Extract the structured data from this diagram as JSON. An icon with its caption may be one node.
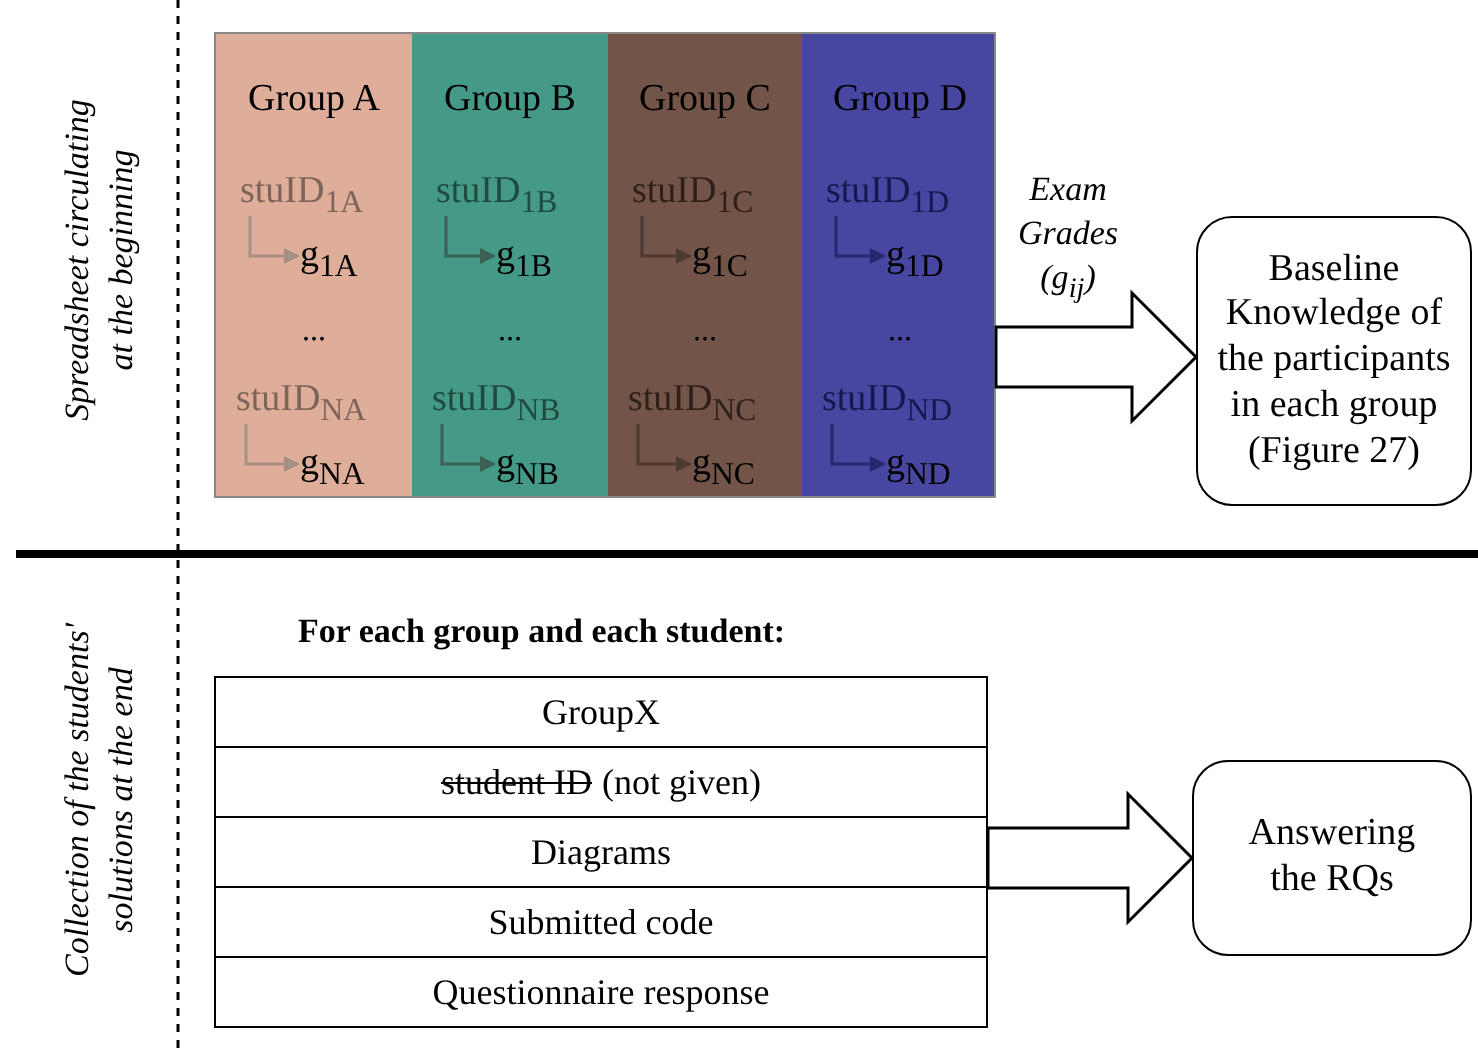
{
  "diagram": {
    "nodes": [
      {
        "text": [],
        "shape": "box"
      },
      {
        "text": [
          "Group A",
          "..."
        ],
        "in": 0
      },
      {
        "text": [
          "stuID$_{1A}$"
        ],
        "in": 1
      },
      {
        "text": [
          "g$_{1A}$"
        ],
        "in": 1
      },
      {
        "text": [
          "stuID$_{NA}$"
        ],
        "in": 1
      },
      {
        "text": [
          "g$_{NA}$"
        ],
        "in": 1
      },
      {
        "text": [
          "Group B",
          "..."
        ],
        "in": 0
      },
      {
        "text": [
          "stuID$_{1B}$"
        ],
        "in": 6
      },
      {
        "text": [
          "g$_{1B}$"
        ],
        "in": 6
      },
      {
        "text": [
          "stuID$_{NB}$"
        ],
        "in": 6
      },
      {
        "text": [
          "g$_{NB}$"
        ],
        "in": 6
      },
      {
        "text": [
          "Group C",
          "..."
        ],
        "in": 0
      },
      {
        "text": [
          "stuID$_{1C}$"
        ],
        "in": 11
      },
      {
        "text": [
          "g$_{1C}$"
        ],
        "in": 11
      },
      {
        "text": [
          "stuID$_{NC}$"
        ],
        "in": 11
      },
      {
        "text": [
          "g$_{NC}$"
        ],
        "in": 11
      },
      {
        "text": [
          "Group D",
          "..."
        ],
        "in": 0
      },
      {
        "text": [
          "stuID$_{1D}$"
        ],
        "in": 16
      },
      {
        "text": [
          "g$_{1D}$"
        ],
        "in": 16
      },
      {
        "text": [
          "stuID$_{ND}$"
        ],
        "in": 16
      },
      {
        "text": [
          "g$_{ND}$"
        ],
        "in": 16
      },
      {
        "text": [
          "Baseline Knowledge of the participants in each group (Figure 27)"
        ]
      },
      {
        "text": [
          "For each group and each student:"
        ]
      },
      {
        "text": [
          "GroupX"
        ],
        "in": 22
      },
      {
        "text": [
          "student ID",
          "(not given)"
        ],
        "in": 22
      },
      {
        "text": [
          "Diagrams"
        ],
        "in": 22
      },
      {
        "text": [
          "Submitted code"
        ],
        "in": 22
      },
      {
        "text": [
          "Questionnaire response"
        ],
        "in": 22
      },
      {
        "text": [
          "Answering the RQs"
        ]
      }
    ],
    "edges": [
      {
        "from": 0,
        "to": 21,
        "arrow": "to",
        "label": "Exam Grades (g$_{ij}$)",
        "style": "thick"
      },
      {
        "from": 22,
        "to": 28,
        "arrow": "to",
        "style": "thick"
      },
      {
        "from": 2,
        "to": 3,
        "arrow": "to",
        "color": "#a69084"
      },
      {
        "from": 4,
        "to": 5,
        "arrow": "to",
        "color": "#a69084"
      },
      {
        "from": 7,
        "to": 8,
        "arrow": "to",
        "color": "#3d5f56"
      },
      {
        "from": 9,
        "to": 10,
        "arrow": "to",
        "color": "#3d5f56"
      },
      {
        "from": 12,
        "to": 13,
        "arrow": "to",
        "color": "#4b3932"
      },
      {
        "from": 14,
        "to": 15,
        "arrow": "to",
        "color": "#4b3932"
      },
      {
        "from": 17,
        "to": 18,
        "arrow": "to",
        "color": "#27276e"
      },
      {
        "from": 19,
        "to": 20,
        "arrow": "to",
        "color": "#27276e"
      }
    ],
    "labels": [
      "Spreadsheet circulating at the beginning",
      "Collection of the students' solutions at the end"
    ]
  }
}
